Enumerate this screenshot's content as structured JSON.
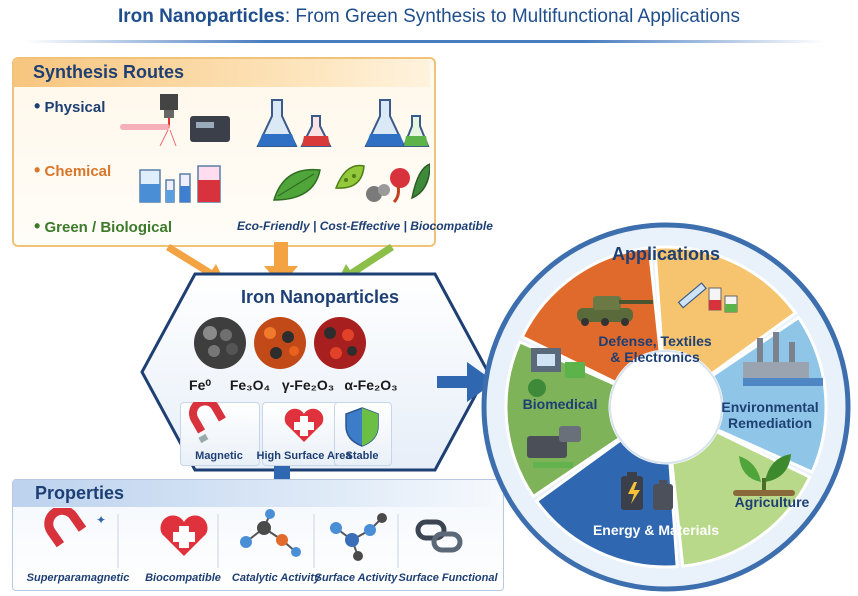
{
  "title": {
    "main": "Iron Nanoparticles",
    "rest": ": From Green Synthesis to Multifunctional Applications"
  },
  "synthesis": {
    "title": "Synthesis Routes",
    "routes": [
      {
        "bullet": "•",
        "label": "Physical"
      },
      {
        "bullet": "•",
        "label": "Chemical"
      },
      {
        "bullet": "•",
        "label": "Green / Biological"
      }
    ],
    "green_benefits": "Eco-Friendly | Cost-Effective | Biocompatible"
  },
  "nanoparticles": {
    "title": "Iron Nanoparticles",
    "forms": [
      {
        "label": "Fe⁰"
      },
      {
        "label": "Fe₃O₄"
      },
      {
        "label": "γ-Fe₂O₃"
      },
      {
        "label": "α-Fe₂O₃"
      }
    ],
    "features": [
      {
        "label": "Magnetic",
        "icon": "magnet-icon"
      },
      {
        "label": "High Surface Area",
        "icon": "heart-cross-icon"
      },
      {
        "label": "Stable",
        "icon": "shield-icon"
      }
    ]
  },
  "properties": {
    "title": "Properties",
    "items": [
      {
        "label": "Superparamagnetic",
        "icon": "magnet-icon"
      },
      {
        "label": "Biocompatible",
        "icon": "heart-cross-icon"
      },
      {
        "label": "Catalytic Activity",
        "icon": "molecule-icon"
      },
      {
        "label": "Surface Activity",
        "icon": "molecule-icon"
      },
      {
        "label": "Surface Functional",
        "icon": "chain-icon"
      }
    ]
  },
  "applications": {
    "title": "Applications",
    "sectors": [
      {
        "line1": "Defense, Textiles",
        "line2": "& Electronics",
        "color": "#f6c46e"
      },
      {
        "line1": "Environmental",
        "line2": "Remediation",
        "color": "#8fc6e8"
      },
      {
        "line1": "Agriculture",
        "line2": "",
        "color": "#b9d98a"
      },
      {
        "line1": "Energy & Materials",
        "line2": "",
        "color": "#2f68b0"
      },
      {
        "line1": "",
        "line2": "",
        "color": "#7fb35a"
      },
      {
        "line1": "Biomedical",
        "line2": "",
        "color": "#e06a2c"
      }
    ]
  },
  "colors": {
    "navy": "#1e3f73",
    "orange": "#d9762a",
    "green": "#3d7a2a",
    "blue_arrow": "#2f68b0"
  }
}
